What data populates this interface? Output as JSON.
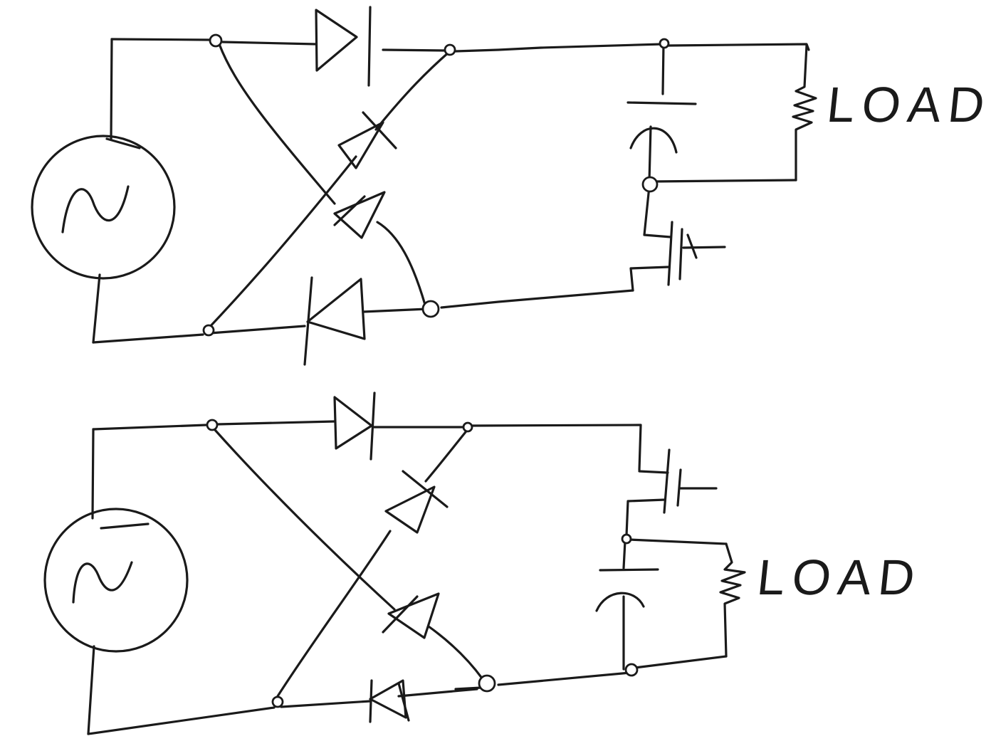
{
  "diagrams": [
    {
      "name": "top-circuit",
      "load_label": "LOAD"
    },
    {
      "name": "bottom-circuit",
      "load_label": "LOAD"
    }
  ]
}
